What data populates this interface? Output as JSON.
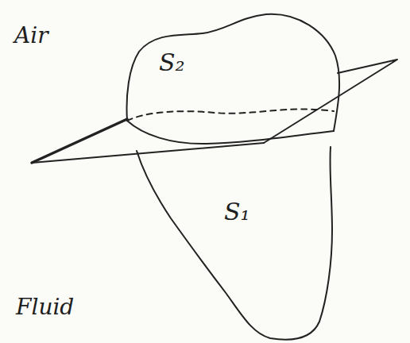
{
  "diagram": {
    "labels": [
      "Air",
      "S₂",
      "S₁",
      "Fluid"
    ]
  }
}
